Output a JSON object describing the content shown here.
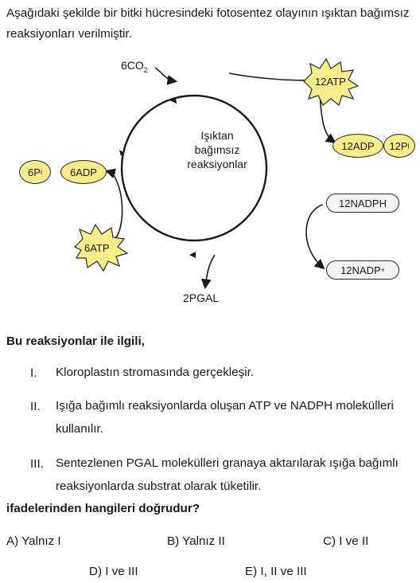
{
  "intro": "Aşağıdaki şekilde bir bitki hücresindeki fotosentez olayının ışıktan bağımsız reaksiyonları verilmiştir.",
  "diagram": {
    "center_lines": [
      "Işıktan",
      "bağımsız",
      "reaksiyonlar"
    ],
    "co2": "6CO",
    "co2_sub": "2",
    "atp12": "12ATP",
    "adp12": "12ADP",
    "p12": "12P",
    "p12_sub": "i",
    "p6": "6P",
    "p6_sub": "i",
    "adp6": "6ADP",
    "atp6": "6ATP",
    "nadph": "12NADPH",
    "nadp": "12NADP",
    "nadp_sup": "+",
    "pgal": "2PGAL"
  },
  "question_stem": "Bu reaksiyonlar ile ilgili,",
  "statements": [
    {
      "num": "I.",
      "text": "Kloroplastın stromasında gerçekleşir."
    },
    {
      "num": "II.",
      "text": "Işığa bağımlı reaksiyonlarda oluşan ATP ve NADPH molekülleri kullanılır."
    },
    {
      "num": "III.",
      "text": "Sentezlenen PGAL molekülleri granaya aktarılarak ışığa bağımlı reaksiyonlarda substrat olarak tüketilir."
    }
  ],
  "question_end": "ifadelerinden hangileri doğrudur?",
  "options": {
    "a": "A) Yalnız I",
    "b": "B) Yalnız II",
    "c": "C) I ve II",
    "d": "D) I ve III",
    "e": "E) I, II ve III"
  }
}
